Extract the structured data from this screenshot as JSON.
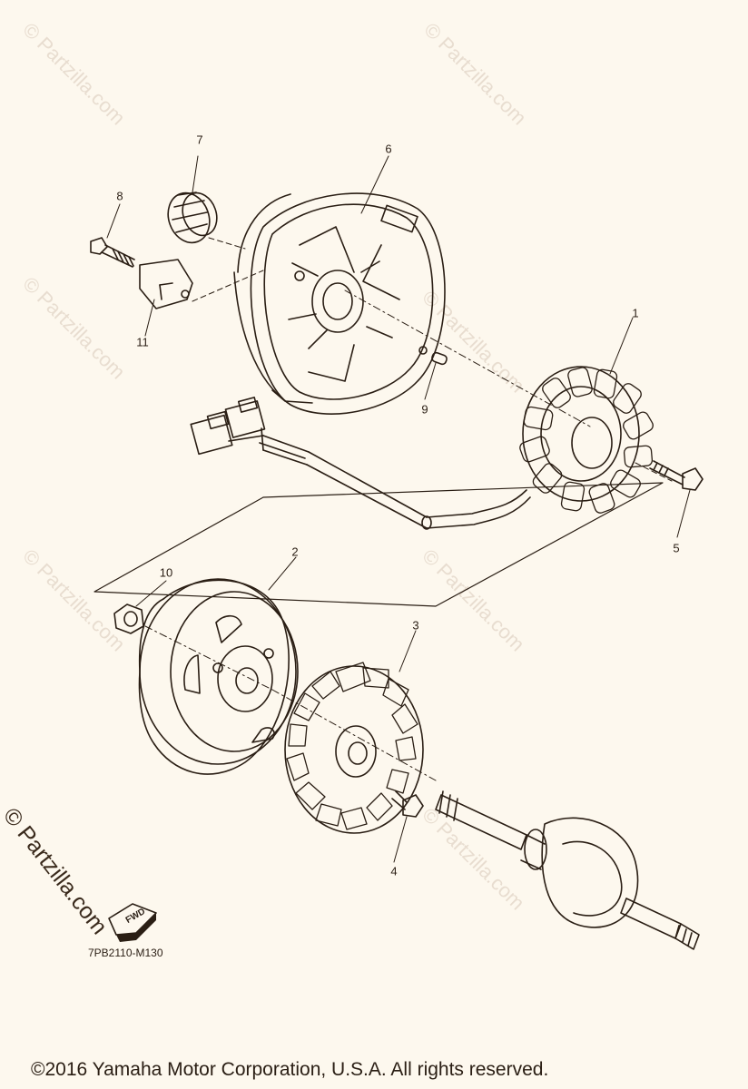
{
  "watermark": "© Partzilla.com",
  "diagram_code": "7PB2110-M130",
  "copyright": "©2016  Yamaha Motor Corporation, U.S.A. All rights reserved.",
  "fwd_label": "FWD",
  "callouts": [
    "1",
    "2",
    "3",
    "4",
    "5",
    "6",
    "7",
    "8",
    "9",
    "10",
    "11"
  ],
  "colors": {
    "ink": "#2a1e14",
    "paper": "#fdf8ee",
    "watermark": "#e8ddd0"
  }
}
